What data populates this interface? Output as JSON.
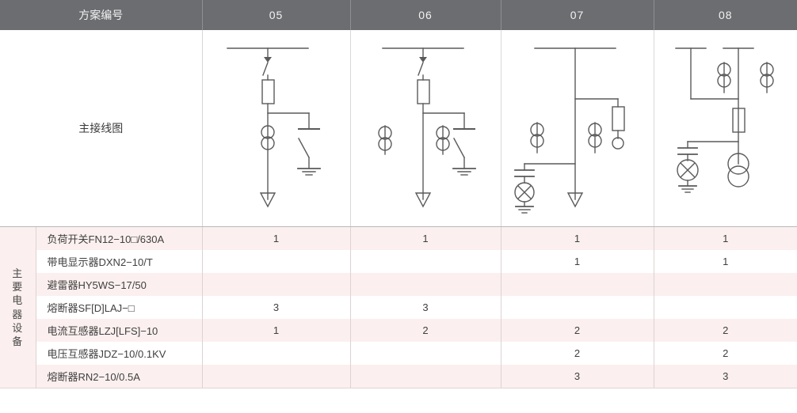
{
  "table": {
    "header": {
      "row_label": "方案编号",
      "columns": [
        "05",
        "06",
        "07",
        "08"
      ]
    },
    "diagram_row": {
      "label": "主接线图"
    },
    "group_label": {
      "text": "主要电器设备",
      "chars": [
        "主",
        "要",
        "电",
        "器",
        "设",
        "备"
      ]
    },
    "rows": [
      {
        "name": "负荷开关FN12−10□/630A",
        "values": [
          "1",
          "1",
          "1",
          "1"
        ]
      },
      {
        "name": "带电显示器DXN2−10/T",
        "values": [
          "",
          "",
          "1",
          "1"
        ]
      },
      {
        "name": "避雷器HY5WS−17/50",
        "values": [
          "",
          "",
          "",
          ""
        ]
      },
      {
        "name": "熔断器SF[D]LAJ−□",
        "values": [
          "3",
          "3",
          "",
          ""
        ]
      },
      {
        "name": "电流互感器LZJ[LFS]−10",
        "values": [
          "1",
          "2",
          "2",
          "2"
        ]
      },
      {
        "name": "电压互感器JDZ−10/0.1KV",
        "values": [
          "",
          "",
          "2",
          "2"
        ]
      },
      {
        "name": "熔断器RN2−10/0.5A",
        "values": [
          "",
          "",
          "3",
          "3"
        ]
      }
    ]
  },
  "colors": {
    "header_bg": "#6b6d70",
    "header_text": "#f2f2f2",
    "stripe_pink": "#fbf0ef",
    "stripe_white": "#ffffff",
    "line": "#5a5a5a",
    "text": "#3f3f3f"
  },
  "diagrams": {
    "d05": "busbar-load-switch-fuse-ct-earthing-switch-feeder",
    "d06": "busbar-load-switch-fuse-two-ct-earthing-switch-feeder",
    "d07": "busbar-fuse-branch-two-ct-vt-arrester-feeder",
    "d08": "dual-busbar-two-ct-fuse-vt-arrester-transformer"
  }
}
